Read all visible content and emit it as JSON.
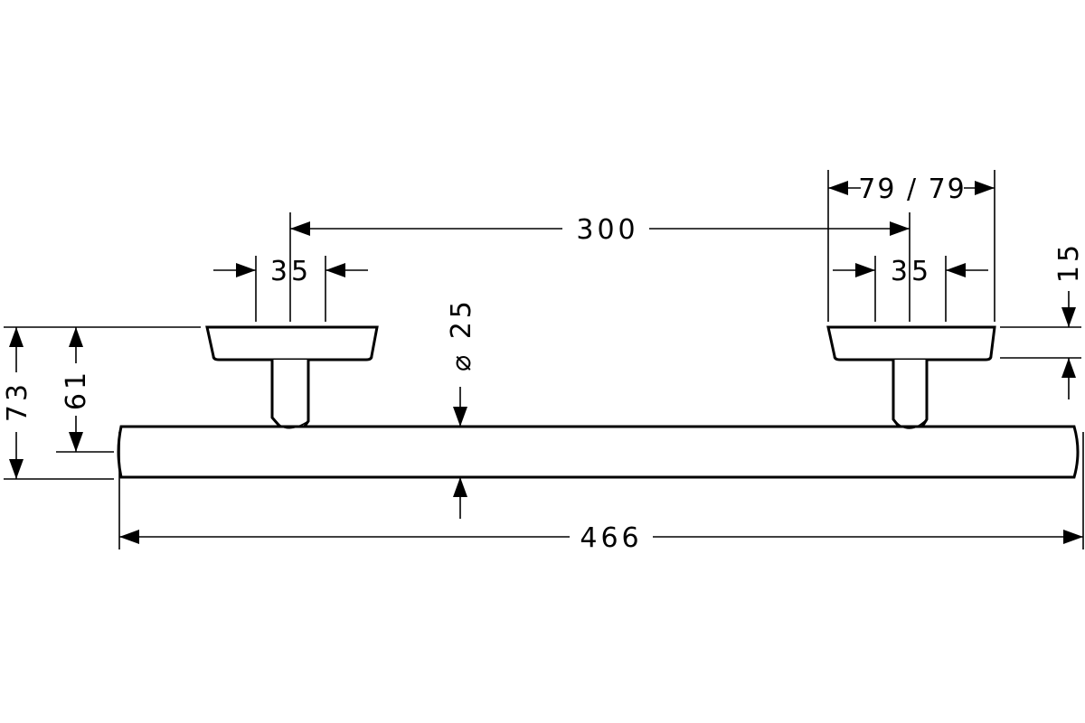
{
  "dimensions": {
    "overall_width": "466",
    "bracket_spacing": "300",
    "left_flange_width": "35",
    "right_flange_width": "35",
    "right_base_size": "79 / 79",
    "flange_thickness": "15",
    "bar_diameter": "⌀ 25",
    "projection_to_bar": "61",
    "overall_projection": "73"
  }
}
